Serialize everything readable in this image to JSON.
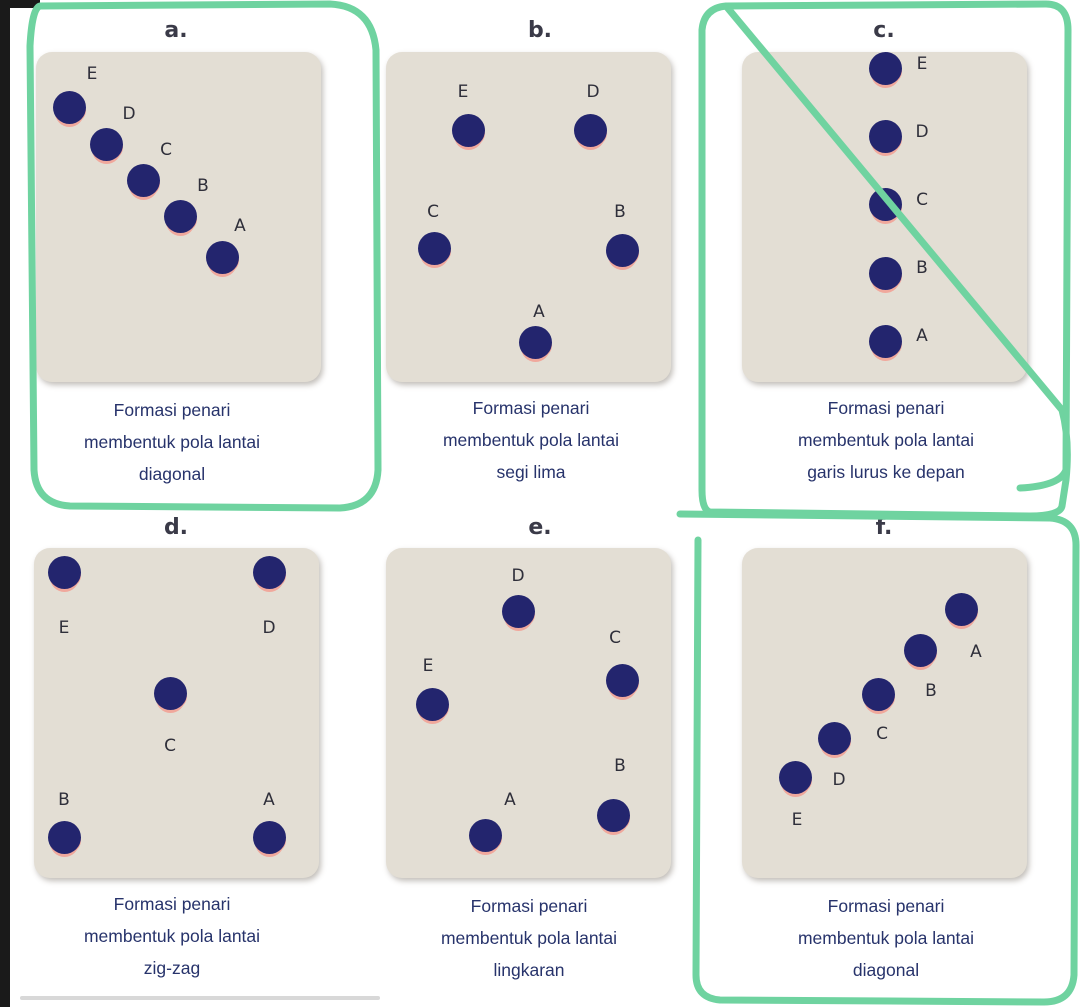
{
  "panels": [
    {
      "letter": "a.",
      "caption": [
        "Formasi penari",
        "membentuk pola lantai",
        "diagonal"
      ],
      "dancers": [
        {
          "label": "E"
        },
        {
          "label": "D"
        },
        {
          "label": "C"
        },
        {
          "label": "B"
        },
        {
          "label": "A"
        }
      ]
    },
    {
      "letter": "b.",
      "caption": [
        "Formasi penari",
        "membentuk pola lantai",
        "segi lima"
      ],
      "dancers": [
        {
          "label": "E"
        },
        {
          "label": "D"
        },
        {
          "label": "C"
        },
        {
          "label": "B"
        },
        {
          "label": "A"
        }
      ]
    },
    {
      "letter": "c.",
      "caption": [
        "Formasi penari",
        "membentuk pola lantai",
        "garis lurus ke depan"
      ],
      "dancers": [
        {
          "label": "E"
        },
        {
          "label": "D"
        },
        {
          "label": "C"
        },
        {
          "label": "B"
        },
        {
          "label": "A"
        }
      ]
    },
    {
      "letter": "d.",
      "caption": [
        "Formasi penari",
        "membentuk pola lantai",
        "zig-zag"
      ],
      "dancers": [
        {
          "label": "E"
        },
        {
          "label": "D"
        },
        {
          "label": "C"
        },
        {
          "label": "B"
        },
        {
          "label": "A"
        }
      ]
    },
    {
      "letter": "e.",
      "caption": [
        "Formasi penari",
        "membentuk pola lantai",
        "lingkaran"
      ],
      "dancers": [
        {
          "label": "D"
        },
        {
          "label": "C"
        },
        {
          "label": "E"
        },
        {
          "label": "B"
        },
        {
          "label": "A"
        }
      ]
    },
    {
      "letter": "f.",
      "caption": [
        "Formasi penari",
        "membentuk pola lantai",
        "diagonal"
      ],
      "dancers": [
        {
          "label": "A"
        },
        {
          "label": "B"
        },
        {
          "label": "C"
        },
        {
          "label": "D"
        },
        {
          "label": "E"
        }
      ]
    }
  ],
  "colors": {
    "highlight": "#6fd3a0",
    "dancer": "#23256e",
    "dancer_accent": "#f0a89c",
    "card": "#e3ded4",
    "caption": "#27336b"
  }
}
